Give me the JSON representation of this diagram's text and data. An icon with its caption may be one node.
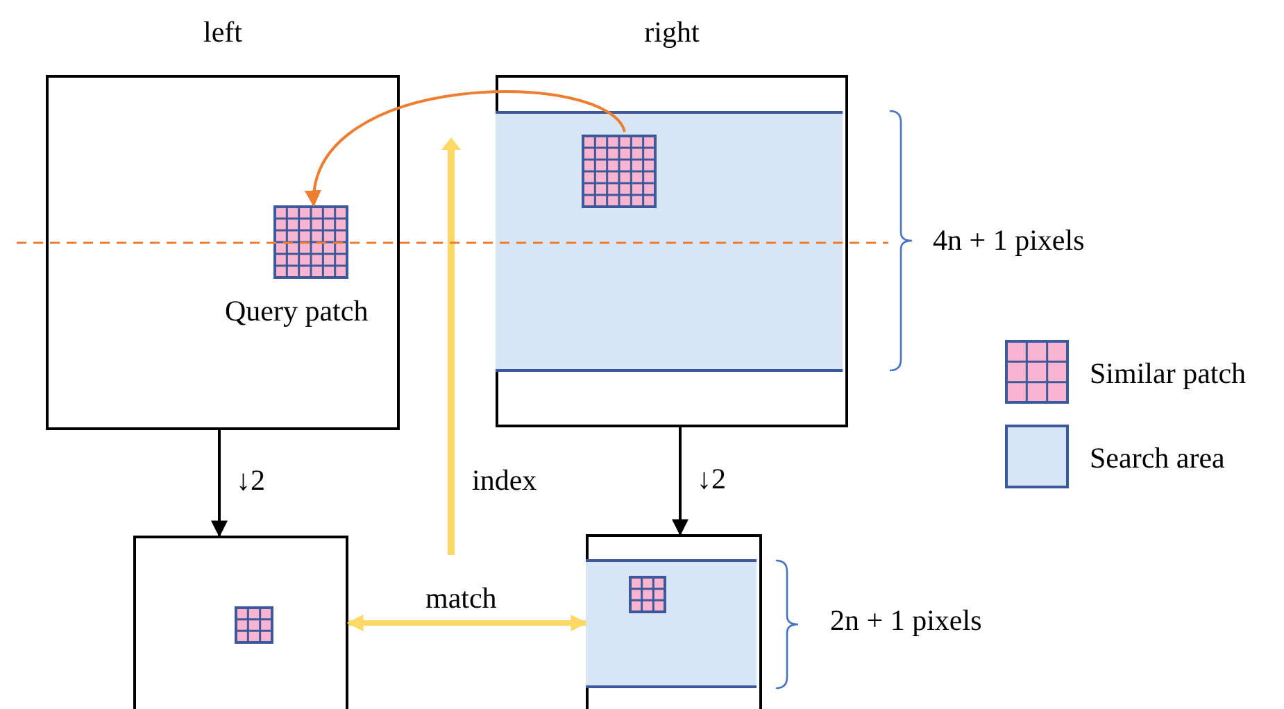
{
  "diagram": {
    "nodes": [
      {
        "text": [
          "left"
        ]
      },
      {
        "text": [
          "Query patch"
        ],
        "in": 0
      },
      {
        "text": [
          "right"
        ]
      },
      {
        "text": [],
        "shape": "box",
        "in": 2
      },
      {
        "text": [],
        "shape": "box",
        "in": 3
      },
      {
        "text": [],
        "shape": "box"
      },
      {
        "text": [],
        "shape": "box",
        "in": 5
      },
      {
        "text": [],
        "shape": "box"
      },
      {
        "text": [],
        "shape": "box",
        "in": 7
      },
      {
        "text": [],
        "shape": "box",
        "in": 8
      }
    ],
    "edges": [
      {
        "from": 4,
        "to": 1,
        "arrow": "to",
        "color": "#ed7d31"
      },
      {
        "from": 0,
        "to": 5,
        "arrow": "to",
        "label": "↓2"
      },
      {
        "from": 2,
        "to": 7,
        "arrow": "to",
        "label": "↓2"
      },
      {
        "from": 5,
        "to": 7,
        "arrow": "both",
        "label": "match",
        "style": "thick",
        "color": "#ffd966"
      }
    ],
    "labels": [
      "index",
      "4n + 1 pixels",
      "2n + 1 pixels"
    ],
    "legend": [
      {
        "text": "Similar patch",
        "color": "#f8b4d0"
      },
      {
        "text": "Search area",
        "color": "#d7e5f4"
      }
    ]
  }
}
